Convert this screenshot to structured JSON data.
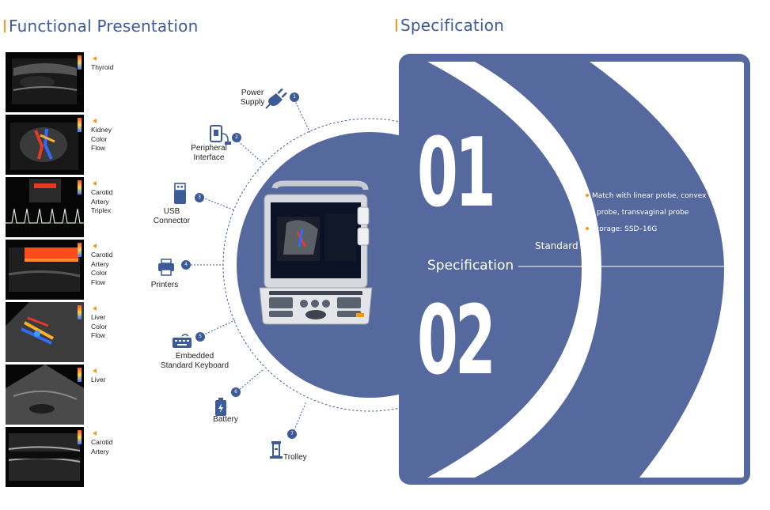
{
  "headings": {
    "left": "Functional Presentation",
    "right": "Specification"
  },
  "thumbnails": [
    {
      "label_lines": [
        "Thyroid"
      ],
      "type": "grayscale"
    },
    {
      "label_lines": [
        "Kidney",
        "Color",
        "Flow"
      ],
      "type": "color-flow"
    },
    {
      "label_lines": [
        "Carotid",
        "Artery",
        "Triplex"
      ],
      "type": "doppler"
    },
    {
      "label_lines": [
        "Carotid",
        "Artery",
        "Color",
        "Flow"
      ],
      "type": "color-flow"
    },
    {
      "label_lines": [
        "Liver",
        "Color",
        "Flow"
      ],
      "type": "color-flow"
    },
    {
      "label_lines": [
        "Liver"
      ],
      "type": "grayscale"
    },
    {
      "label_lines": [
        "Carotid",
        "Artery"
      ],
      "type": "grayscale"
    }
  ],
  "features": [
    {
      "num": "1",
      "lines": [
        "Power",
        "Supply"
      ],
      "icon": "power-plug-icon"
    },
    {
      "num": "2",
      "lines": [
        "Peripheral",
        "Interface"
      ],
      "icon": "peripheral-interface-icon"
    },
    {
      "num": "3",
      "lines": [
        "USB",
        "Connector"
      ],
      "icon": "usb-icon"
    },
    {
      "num": "4",
      "lines": [
        "Printers"
      ],
      "icon": "printer-icon"
    },
    {
      "num": "5",
      "lines": [
        "Embedded",
        "Standard Keyboard"
      ],
      "icon": "keyboard-icon"
    },
    {
      "num": "6",
      "lines": [
        "Battery"
      ],
      "icon": "battery-icon"
    },
    {
      "num": "7",
      "lines": [
        "Trolley"
      ],
      "icon": "trolley-icon"
    }
  ],
  "spec": {
    "num_top": "01",
    "num_bottom": "02",
    "title": "Specification",
    "standard": "Standard",
    "bullet1_a": "Match with linear probe, convex",
    "bullet1_b": "probe,  transvaginal  probe",
    "bullet2": "Storage: SSD–16G"
  },
  "colors": {
    "primary": "#56699f",
    "accent": "#f39a1e",
    "heading": "#3d5a99"
  }
}
